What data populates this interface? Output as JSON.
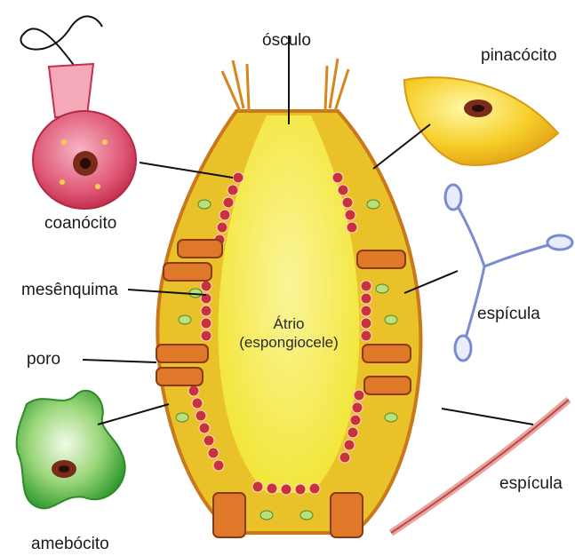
{
  "labels": {
    "osculo": "ósculo",
    "pinacocito": "pinacócito",
    "coanocito": "coanócito",
    "mesenquima": "mesênquima",
    "espicula_top": "espícula",
    "poro": "poro",
    "atrio_line1": "Átrio",
    "atrio_line2": "(espongiocele)",
    "espicula_bottom": "espícula",
    "amebocito": "amebócito"
  },
  "colors": {
    "background": "#ffffff",
    "atrium": "#f5ef3a",
    "wall": "#e9c22a",
    "wall_edge": "#c9781c",
    "choanocyte": "#c8323a",
    "pinacocyte": "#f3c21f",
    "amebocyte": "#3da43a",
    "spicule": "#7b8bd1",
    "leader_line": "#111111"
  }
}
